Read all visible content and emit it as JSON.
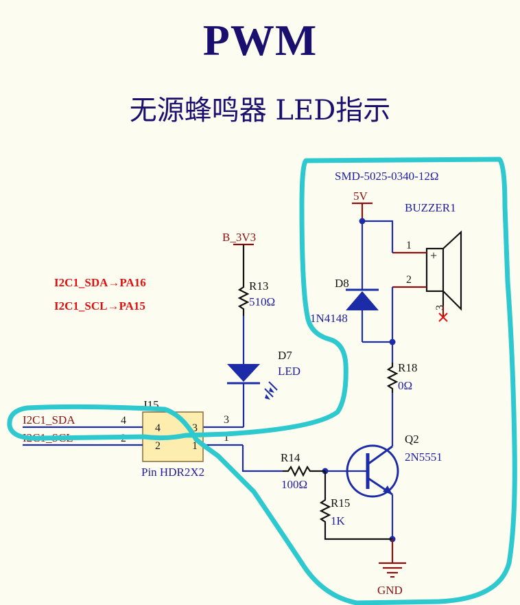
{
  "title": "PWM",
  "subtitle": "无源蜂鸣器 LED指示",
  "notes": [
    "I2C1_SDA→PA16",
    "I2C1_SCL→PA15"
  ],
  "buzzer": {
    "part": "SMD-5025-0340-12Ω",
    "ref": "BUZZER1",
    "pins": [
      "1",
      "2",
      "3"
    ],
    "plus": "+"
  },
  "power": {
    "v5": "5V",
    "v33": "B_3V3",
    "gnd": "GND"
  },
  "d8": {
    "ref": "D8",
    "value": "1N4148"
  },
  "r13": {
    "ref": "R13",
    "value": "510Ω"
  },
  "d7": {
    "ref": "D7",
    "value": "LED"
  },
  "r18": {
    "ref": "R18",
    "value": "0Ω"
  },
  "q2": {
    "ref": "Q2",
    "value": "2N5551"
  },
  "r14": {
    "ref": "R14",
    "value": "100Ω"
  },
  "r15": {
    "ref": "R15",
    "value": "1K"
  },
  "j15": {
    "ref": "J15",
    "value": "Pin HDR2X2",
    "pins": [
      "4",
      "3",
      "2",
      "1"
    ]
  },
  "nets": {
    "sda": "I2C1_SDA",
    "scl": "I2C1_SCL",
    "sda_pin": "4",
    "scl_pin": "2",
    "p3": "3",
    "p1": "1"
  }
}
